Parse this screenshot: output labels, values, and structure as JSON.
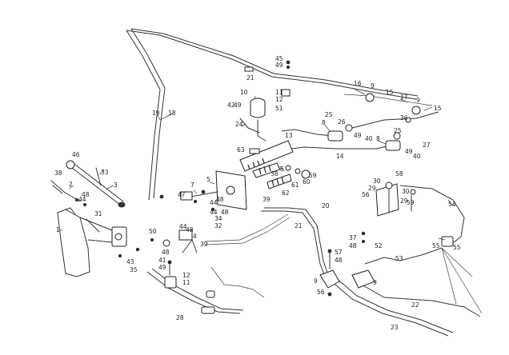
{
  "callouts": [
    {
      "id": "c1",
      "text": "1"
    },
    {
      "id": "c2",
      "text": "2"
    },
    {
      "id": "c3",
      "text": "3"
    },
    {
      "id": "c4",
      "text": "4"
    },
    {
      "id": "c5",
      "text": "5"
    },
    {
      "id": "c6",
      "text": "6"
    },
    {
      "id": "c7",
      "text": "7"
    },
    {
      "id": "c8a",
      "text": "8"
    },
    {
      "id": "c8b",
      "text": "8"
    },
    {
      "id": "c9a",
      "text": "9"
    },
    {
      "id": "c9b",
      "text": "9"
    },
    {
      "id": "c9c",
      "text": "9"
    },
    {
      "id": "c9d",
      "text": "9"
    },
    {
      "id": "c10",
      "text": "10"
    },
    {
      "id": "c11a",
      "text": "11"
    },
    {
      "id": "c11b",
      "text": "11"
    },
    {
      "id": "c12a",
      "text": "12"
    },
    {
      "id": "c12b",
      "text": "12"
    },
    {
      "id": "c13",
      "text": "13"
    },
    {
      "id": "c14",
      "text": "14"
    },
    {
      "id": "c15a",
      "text": "15"
    },
    {
      "id": "c15b",
      "text": "15"
    },
    {
      "id": "c16",
      "text": "16"
    },
    {
      "id": "c17",
      "text": "17"
    },
    {
      "id": "c18",
      "text": "18"
    },
    {
      "id": "c19",
      "text": "19"
    },
    {
      "id": "c20",
      "text": "20"
    },
    {
      "id": "c21a",
      "text": "21"
    },
    {
      "id": "c21b",
      "text": "21"
    },
    {
      "id": "c22",
      "text": "22"
    },
    {
      "id": "c23",
      "text": "23"
    },
    {
      "id": "c24",
      "text": "24"
    },
    {
      "id": "c25a",
      "text": "25"
    },
    {
      "id": "c25b",
      "text": "25"
    },
    {
      "id": "c26",
      "text": "26"
    },
    {
      "id": "c27",
      "text": "27"
    },
    {
      "id": "c28",
      "text": "28"
    },
    {
      "id": "c29a",
      "text": "29"
    },
    {
      "id": "c29b",
      "text": "29"
    },
    {
      "id": "c30a",
      "text": "30"
    },
    {
      "id": "c30b",
      "text": "30"
    },
    {
      "id": "c31",
      "text": "31"
    },
    {
      "id": "c32",
      "text": "32"
    },
    {
      "id": "c33",
      "text": "33"
    },
    {
      "id": "c34",
      "text": "34"
    },
    {
      "id": "c35",
      "text": "35"
    },
    {
      "id": "c36",
      "text": "36"
    },
    {
      "id": "c37",
      "text": "37"
    },
    {
      "id": "c38a",
      "text": "38"
    },
    {
      "id": "c38b",
      "text": "38"
    },
    {
      "id": "c39a",
      "text": "39"
    },
    {
      "id": "c39b",
      "text": "39"
    },
    {
      "id": "c40a",
      "text": "40"
    },
    {
      "id": "c40b",
      "text": "40"
    },
    {
      "id": "c41",
      "text": "41"
    },
    {
      "id": "c42",
      "text": "42"
    },
    {
      "id": "c43",
      "text": "43"
    },
    {
      "id": "c44a",
      "text": "44"
    },
    {
      "id": "c44b",
      "text": "44"
    },
    {
      "id": "c44c",
      "text": "44"
    },
    {
      "id": "c44d",
      "text": "44"
    },
    {
      "id": "c45",
      "text": "45"
    },
    {
      "id": "c46",
      "text": "46"
    },
    {
      "id": "c47",
      "text": "47"
    },
    {
      "id": "c48a",
      "text": "48"
    },
    {
      "id": "c48b",
      "text": "48"
    },
    {
      "id": "c48c",
      "text": "48"
    },
    {
      "id": "c48d",
      "text": "48"
    },
    {
      "id": "c48e",
      "text": "48"
    },
    {
      "id": "c48f",
      "text": "48"
    },
    {
      "id": "c48g",
      "text": "48"
    },
    {
      "id": "c49a",
      "text": "49"
    },
    {
      "id": "c49b",
      "text": "49"
    },
    {
      "id": "c49c",
      "text": "49"
    },
    {
      "id": "c49d",
      "text": "49"
    },
    {
      "id": "c49e",
      "text": "49"
    },
    {
      "id": "c50",
      "text": "50"
    },
    {
      "id": "c51",
      "text": "51"
    },
    {
      "id": "c52",
      "text": "52"
    },
    {
      "id": "c53",
      "text": "53"
    },
    {
      "id": "c54",
      "text": "54"
    },
    {
      "id": "c55a",
      "text": "55"
    },
    {
      "id": "c55b",
      "text": "55"
    },
    {
      "id": "c56a",
      "text": "56"
    },
    {
      "id": "c56b",
      "text": "56"
    },
    {
      "id": "c57",
      "text": "57"
    },
    {
      "id": "c58",
      "text": "58"
    },
    {
      "id": "c59a",
      "text": "59"
    },
    {
      "id": "c59b",
      "text": "59"
    },
    {
      "id": "c60",
      "text": "60"
    },
    {
      "id": "c61",
      "text": "61"
    },
    {
      "id": "c62",
      "text": "62"
    },
    {
      "id": "c63",
      "text": "63"
    }
  ]
}
